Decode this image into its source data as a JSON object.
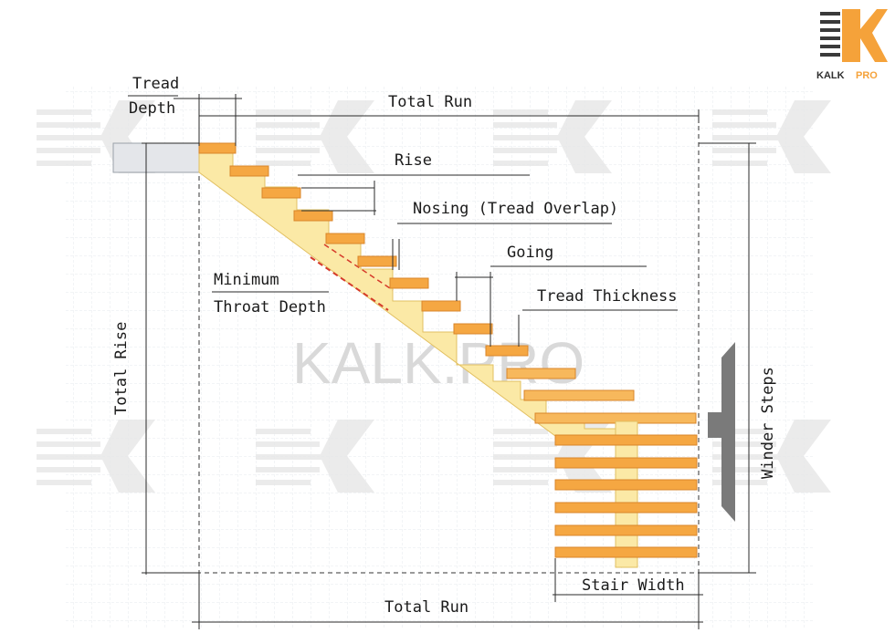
{
  "brand": {
    "name": "KALK",
    "suffix": "PRO",
    "name_color": "#2f2f2f",
    "suffix_color": "#f5a23a",
    "accent": "#f5a742"
  },
  "watermark": {
    "text": "KALK.PRO"
  },
  "labels": {
    "tread_depth_1": "Tread",
    "tread_depth_2": "Depth",
    "total_run_top": "Total Run",
    "total_run_bottom": "Total Run",
    "rise": "Rise",
    "nosing": "Nosing (Tread Overlap)",
    "going": "Going",
    "tread_thickness": "Tread Thickness",
    "throat_1": "Minimum",
    "throat_2": "Throat Depth",
    "total_rise": "Total Rise",
    "winder_steps": "Winder Steps",
    "stair_width": "Stair Width"
  }
}
